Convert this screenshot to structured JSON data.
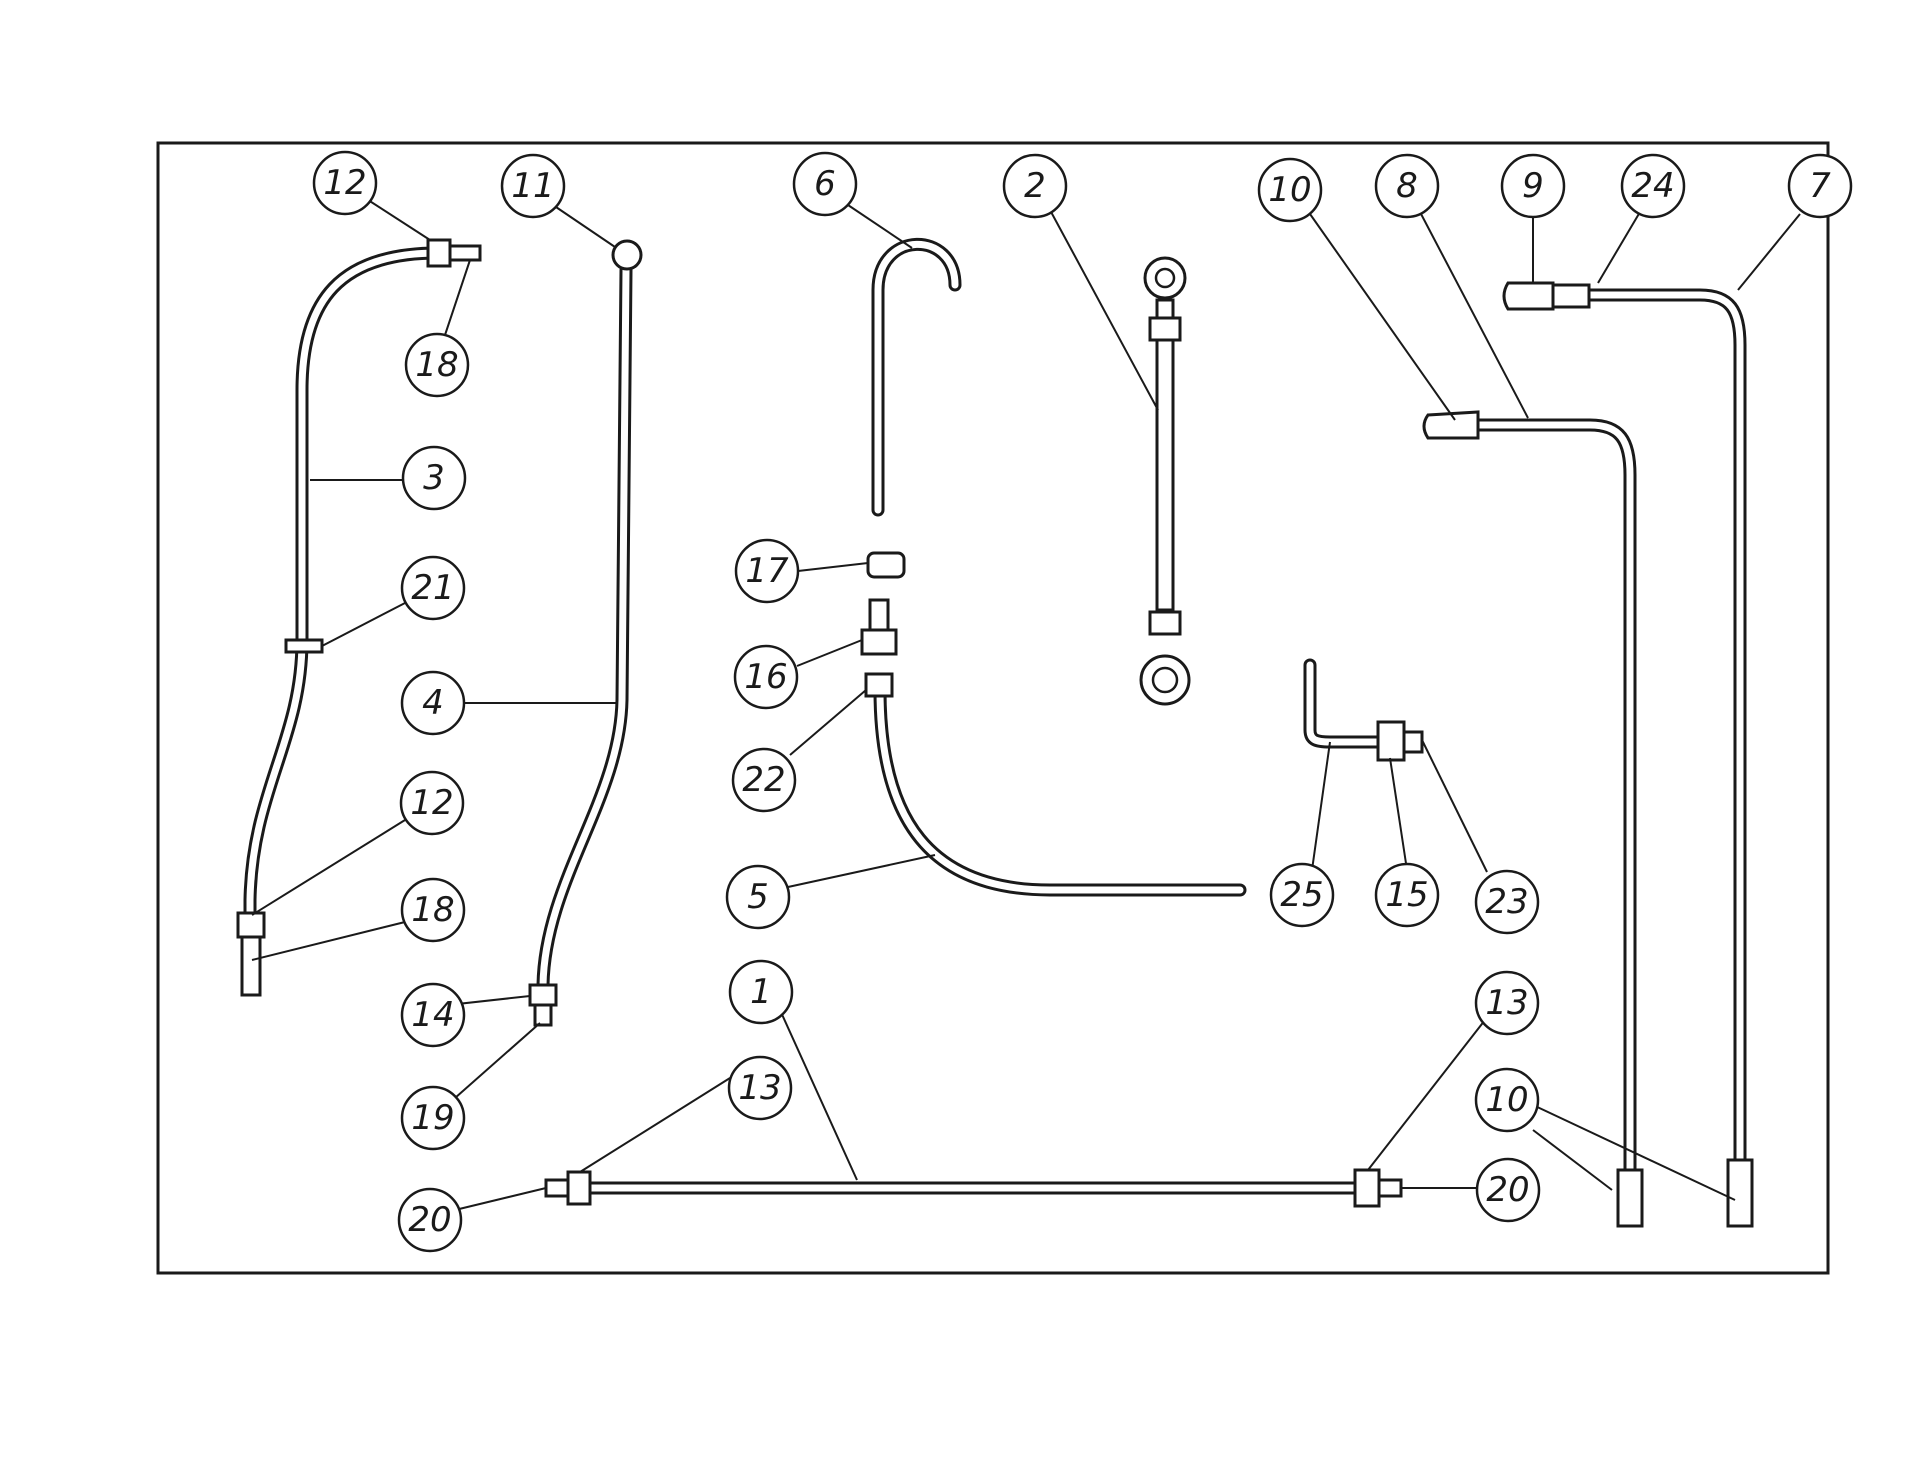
{
  "callouts": [
    {
      "id": "c1",
      "label": "12"
    },
    {
      "id": "c2",
      "label": "11"
    },
    {
      "id": "c3",
      "label": "6"
    },
    {
      "id": "c4",
      "label": "2"
    },
    {
      "id": "c5",
      "label": "10"
    },
    {
      "id": "c6",
      "label": "8"
    },
    {
      "id": "c7",
      "label": "9"
    },
    {
      "id": "c8",
      "label": "24"
    },
    {
      "id": "c9",
      "label": "7"
    },
    {
      "id": "c10",
      "label": "18"
    },
    {
      "id": "c11",
      "label": "3"
    },
    {
      "id": "c12",
      "label": "21"
    },
    {
      "id": "c13",
      "label": "4"
    },
    {
      "id": "c14",
      "label": "17"
    },
    {
      "id": "c15",
      "label": "16"
    },
    {
      "id": "c16",
      "label": "22"
    },
    {
      "id": "c17",
      "label": "12"
    },
    {
      "id": "c18",
      "label": "18"
    },
    {
      "id": "c19",
      "label": "5"
    },
    {
      "id": "c20",
      "label": "25"
    },
    {
      "id": "c21",
      "label": "15"
    },
    {
      "id": "c22",
      "label": "23"
    },
    {
      "id": "c23",
      "label": "14"
    },
    {
      "id": "c24",
      "label": "1"
    },
    {
      "id": "c25",
      "label": "13"
    },
    {
      "id": "c26",
      "label": "10"
    },
    {
      "id": "c27",
      "label": "19"
    },
    {
      "id": "c28",
      "label": "13"
    },
    {
      "id": "c29",
      "label": "20"
    },
    {
      "id": "c30",
      "label": "20"
    }
  ]
}
